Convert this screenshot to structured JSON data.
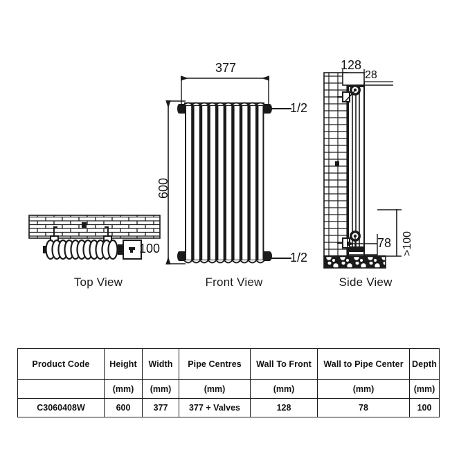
{
  "views": {
    "top": {
      "caption": "Top View",
      "depth_label": "100"
    },
    "front": {
      "caption": "Front View",
      "width_label": "377",
      "height_label": "600",
      "top_valve_label": "1/2",
      "bottom_valve_label": "1/2"
    },
    "side": {
      "caption": "Side View",
      "wall_to_front_label": "128",
      "top_offset_label": "28",
      "wall_to_pipe_label": "78",
      "floor_clearance_label": ">100"
    }
  },
  "table": {
    "headers": [
      "Product  Code",
      "Height",
      "Width",
      "Pipe Centres",
      "Wall To Front",
      "Wall to Pipe Center",
      "Depth"
    ],
    "units": [
      "",
      "(mm)",
      "(mm)",
      "(mm)",
      "(mm)",
      "(mm)",
      "(mm)"
    ],
    "rows": [
      [
        "C3060408W",
        "600",
        "377",
        "377 + Valves",
        "128",
        "78",
        "100"
      ]
    ]
  },
  "colors": {
    "line": "#1a1a1a",
    "fill": "#ffffff",
    "text": "#111111"
  }
}
